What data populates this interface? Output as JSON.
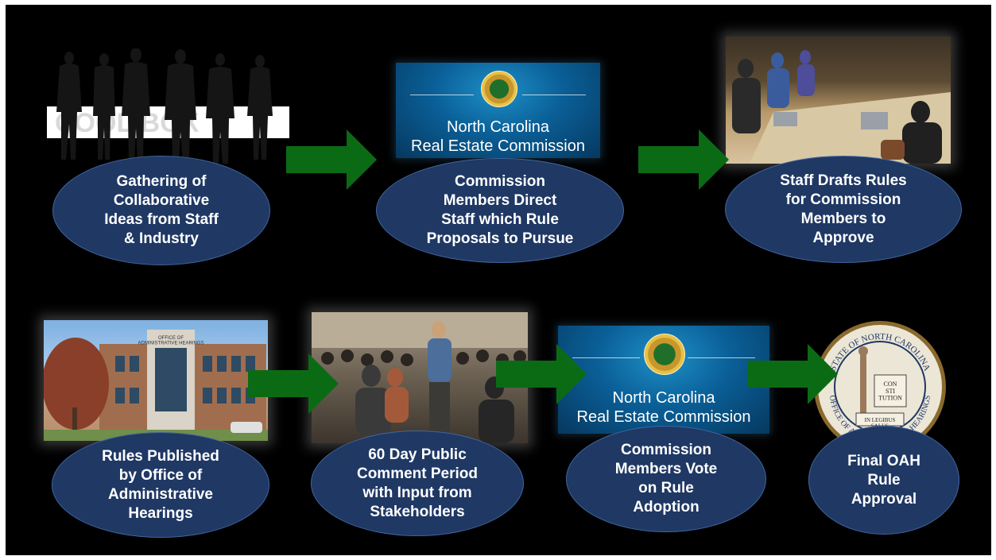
{
  "colors": {
    "background": "#000000",
    "oval_fill": "#1f3864",
    "arrow_fill": "#0b6b14"
  },
  "steps": [
    {
      "label": "Gathering of\nCollaborative\nIdeas from Staff\n& Industry"
    },
    {
      "label": "Commission\nMembers Direct\nStaff which Rule\nProposals to Pursue"
    },
    {
      "label": "Staff Drafts Rules\nfor Commission\nMembers to\nApprove"
    },
    {
      "label": "Rules Published\nby Office of\nAdministrative\nHearings"
    },
    {
      "label": "60 Day Public\nComment Period\nwith Input from\nStakeholders"
    },
    {
      "label": "Commission\nMembers Vote\non Rule\nAdoption"
    },
    {
      "label": "Final OAH\nRule\nApproval"
    }
  ],
  "banners": [
    {
      "line1": "North Carolina",
      "line2": "Real Estate Commission"
    },
    {
      "line1": "North Carolina",
      "line2": "Real Estate Commission"
    }
  ],
  "images": {
    "silhouettes_watermark": "COOLIBOX",
    "building_sign": "OFFICE OF\nADMINISTRATIVE HEARINGS",
    "seal_top": "STATE OF NORTH CAROLINA",
    "seal_bottom": "OFFICE OF ADMINISTRATIVE HEARINGS",
    "seal_book": "CON\nSTI\nTUTION",
    "seal_motto": "IN LEGIBUS\nSALUS"
  }
}
